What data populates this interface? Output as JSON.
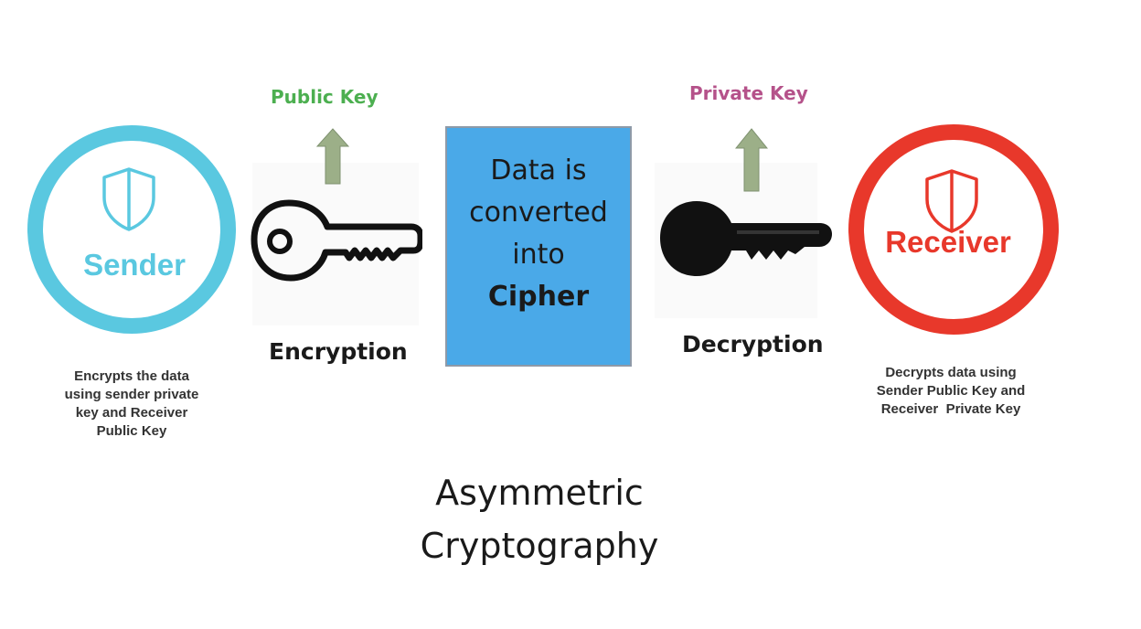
{
  "sender": {
    "label": "Sender",
    "caption": [
      "Encrypts the data",
      "using sender private",
      "key and Receiver",
      "Public Key"
    ],
    "color": "#5ac8e0"
  },
  "receiver": {
    "label": "Receiver",
    "caption": [
      "Decrypts data using",
      "Sender Public Key and",
      "Receiver  Private Key"
    ],
    "color": "#e8382b"
  },
  "encryption": {
    "key_title": "Public Key",
    "key_title_color": "#4caf50",
    "label": "Encryption",
    "key_icon": "outline-key-icon"
  },
  "decryption": {
    "key_title": "Private Key",
    "key_title_color": "#b5528a",
    "label": "Decryption",
    "key_icon": "solid-key-icon"
  },
  "cipher": {
    "lines": [
      "Data is",
      "converted",
      "into",
      "Cipher"
    ],
    "color": "#4aa9e8"
  },
  "title": [
    "Asymmetric",
    "Cryptography"
  ],
  "arrow_color": "#9caf88"
}
